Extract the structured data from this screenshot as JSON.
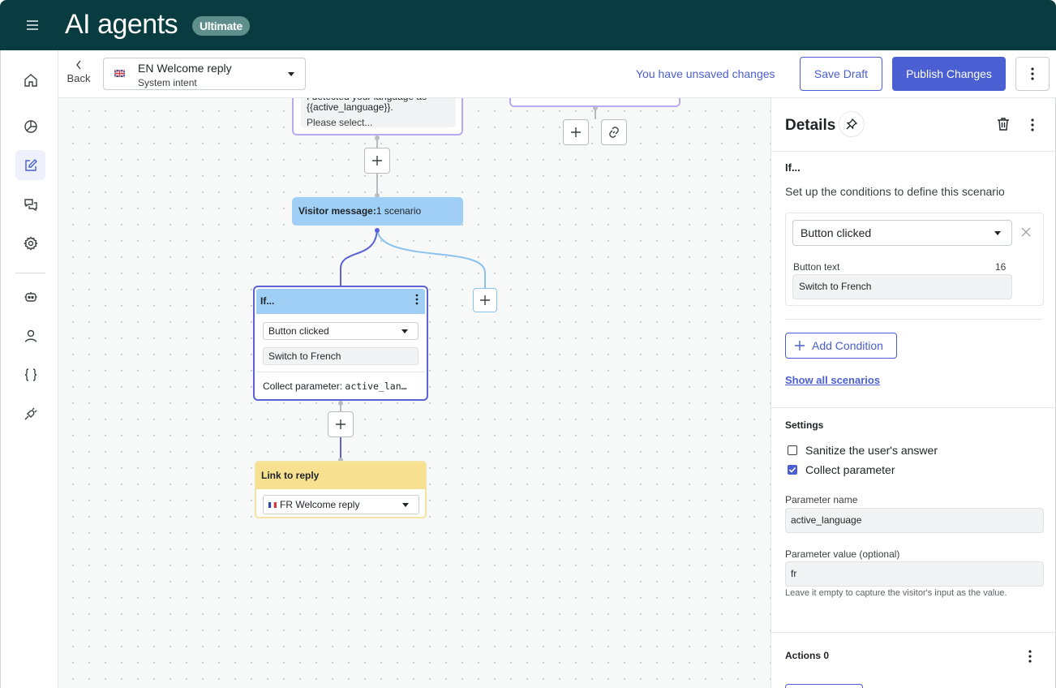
{
  "app": {
    "title": "AI agents",
    "plan_badge": "Ultimate"
  },
  "nav": {
    "items": [
      {
        "name": "home-icon",
        "active": false
      },
      {
        "name": "analytics-icon",
        "active": false
      },
      {
        "name": "edit-icon",
        "active": true
      },
      {
        "name": "conversations-icon",
        "active": false
      },
      {
        "name": "settings-icon",
        "active": false
      },
      {
        "name": "bot-icon",
        "active": false
      },
      {
        "name": "user-icon",
        "active": false
      },
      {
        "name": "code-braces-icon",
        "active": false
      },
      {
        "name": "integrations-plug-icon",
        "active": false
      }
    ]
  },
  "toolbar": {
    "back_label": "Back",
    "intent_name": "EN Welcome reply",
    "intent_type": "System intent",
    "unsaved_text": "You have unsaved changes",
    "save_draft_label": "Save Draft",
    "publish_label": "Publish Changes"
  },
  "canvas": {
    "top_node_text": "I detected your language as {{active_language}}.",
    "top_node_text2": "Please select...",
    "visitor_message_label": "Visitor message:",
    "visitor_message_count": "1 scenario",
    "if_node": {
      "title": "If...",
      "condition": "Button clicked",
      "button_text": "Switch to French",
      "collect_label": "Collect parameter:",
      "collect_param": "active_lan…"
    },
    "link_node": {
      "title": "Link to reply",
      "target": "FR Welcome reply"
    }
  },
  "details": {
    "title": "Details",
    "if_title": "If...",
    "if_description": "Set up the conditions to define this scenario",
    "condition_type": "Button clicked",
    "button_text_label": "Button text",
    "button_text_count": "16",
    "button_text_value": "Switch to French",
    "add_condition_label": "Add Condition",
    "show_all_label": "Show all scenarios",
    "settings_title": "Settings",
    "sanitize_label": "Sanitize the user's answer",
    "sanitize_checked": false,
    "collect_label": "Collect parameter",
    "collect_checked": true,
    "param_name_label": "Parameter name",
    "param_name_value": "active_language",
    "param_value_label": "Parameter value (optional)",
    "param_value_value": "fr",
    "param_value_hint": "Leave it empty to capture the visitor's input as the value.",
    "actions_title": "Actions 0"
  },
  "colors": {
    "topbar": "#083c40",
    "accent": "#4a5fd1",
    "visitor_node": "#9fcff5",
    "link_node": "#f7e190",
    "message_node_border": "#b9a9ef"
  }
}
